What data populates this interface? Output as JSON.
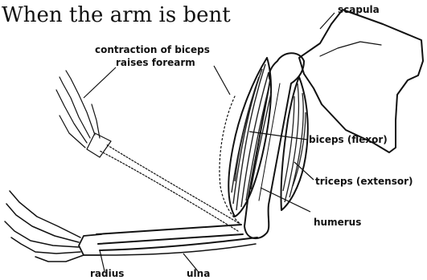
{
  "title": "When the arm is bent",
  "labels": {
    "scapula": "scapula",
    "contraction_line1": "contraction of biceps",
    "contraction_line2": "raises forearm",
    "biceps": "biceps (flexor)",
    "triceps": "triceps (extensor)",
    "humerus": "humerus",
    "radius": "radius",
    "ulna": "ulna"
  }
}
